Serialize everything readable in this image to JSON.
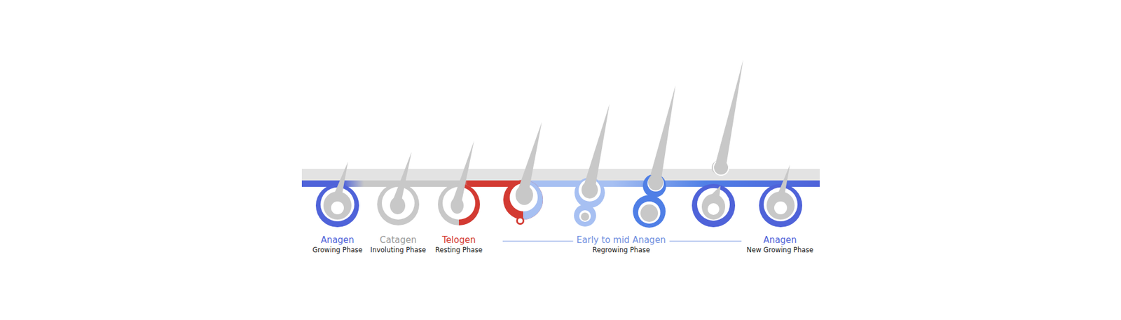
{
  "diagram": {
    "labels": [
      "Anagen",
      "Growing Phase",
      "Catagen",
      "Involuting Phase",
      "Telogen",
      "Resting Phase",
      "Early to mid Anagen",
      "Regrowing Phase",
      "Anagen",
      "New Growing Phase"
    ]
  }
}
